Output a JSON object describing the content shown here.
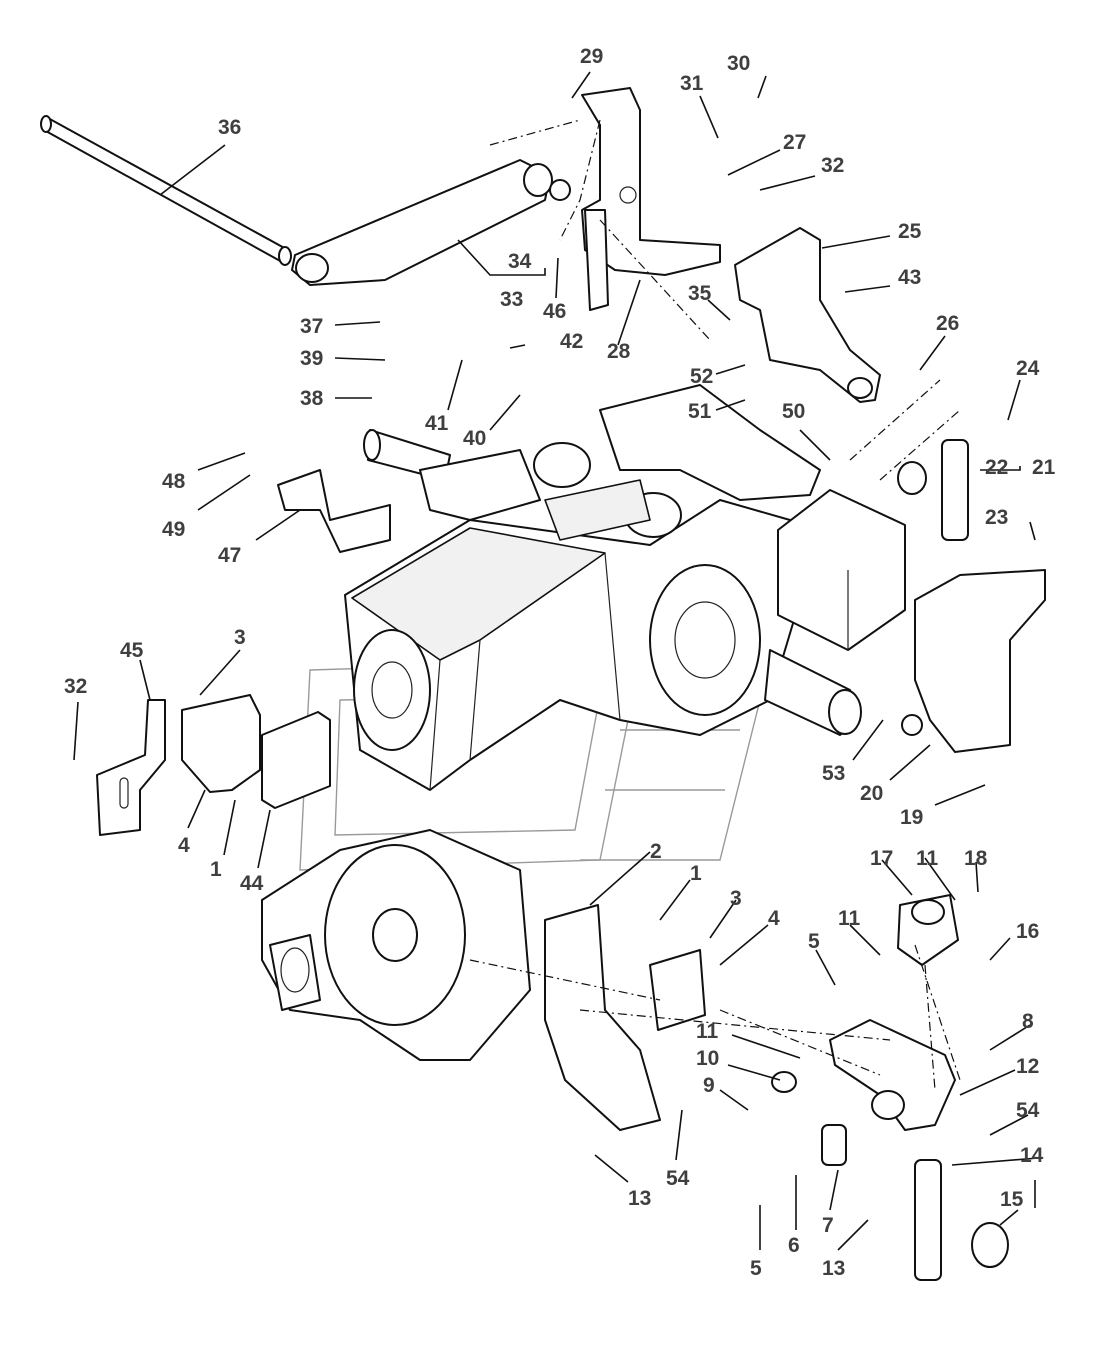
{
  "callouts": [
    {
      "label": "29"
    },
    {
      "label": "30"
    },
    {
      "label": "31"
    },
    {
      "label": "27"
    },
    {
      "label": "32"
    },
    {
      "label": "36"
    },
    {
      "label": "25"
    },
    {
      "label": "43"
    },
    {
      "label": "34"
    },
    {
      "label": "33"
    },
    {
      "label": "46"
    },
    {
      "label": "35"
    },
    {
      "label": "28"
    },
    {
      "label": "37"
    },
    {
      "label": "42"
    },
    {
      "label": "39"
    },
    {
      "label": "52"
    },
    {
      "label": "38"
    },
    {
      "label": "41"
    },
    {
      "label": "40"
    },
    {
      "label": "51"
    },
    {
      "label": "50"
    },
    {
      "label": "26"
    },
    {
      "label": "24"
    },
    {
      "label": "48"
    },
    {
      "label": "22"
    },
    {
      "label": "21"
    },
    {
      "label": "49"
    },
    {
      "label": "47"
    },
    {
      "label": "23"
    },
    {
      "label": "3"
    },
    {
      "label": "45"
    },
    {
      "label": "32"
    },
    {
      "label": "53"
    },
    {
      "label": "20"
    },
    {
      "label": "4"
    },
    {
      "label": "19"
    },
    {
      "label": "1"
    },
    {
      "label": "44"
    },
    {
      "label": "2"
    },
    {
      "label": "17"
    },
    {
      "label": "11"
    },
    {
      "label": "18"
    },
    {
      "label": "1"
    },
    {
      "label": "3"
    },
    {
      "label": "11"
    },
    {
      "label": "4"
    },
    {
      "label": "16"
    },
    {
      "label": "5"
    },
    {
      "label": "8"
    },
    {
      "label": "11"
    },
    {
      "label": "10"
    },
    {
      "label": "12"
    },
    {
      "label": "9"
    },
    {
      "label": "54"
    },
    {
      "label": "54"
    },
    {
      "label": "13"
    },
    {
      "label": "14"
    },
    {
      "label": "15"
    },
    {
      "label": "7"
    },
    {
      "label": "5"
    },
    {
      "label": "6"
    },
    {
      "label": "13"
    }
  ],
  "colors": {
    "ink": "#111111",
    "label": "#3f3f3f",
    "watermark": "#9a9a9a",
    "paper": "#ffffff"
  }
}
